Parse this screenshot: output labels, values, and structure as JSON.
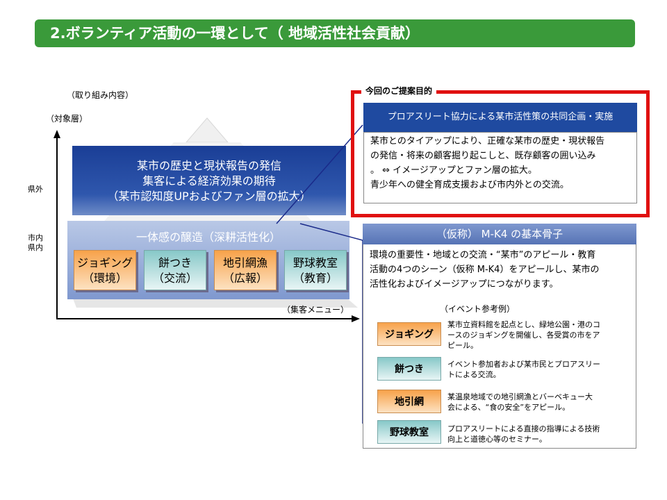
{
  "title": "2.ボランティア活動の一環として（ 地域活性社会貢献）",
  "left_diagram": {
    "content_label": "（取り組み内容）",
    "target_label": "（対象層）",
    "axis_outside": "県外",
    "axis_inside_1": "市内",
    "axis_inside_2": "県内",
    "top_box": {
      "line1": "某市の歴史と現状報告の発信",
      "line2": "集客による経済効果の期待",
      "line3": "（某市認知度UPおよびファン層の拡大）"
    },
    "middle_box_title": "一体感の醸造（深耕活性化）",
    "menu": [
      {
        "line1": "ジョギング",
        "line2": "（環境）",
        "style": "orange"
      },
      {
        "line1": "餅つき",
        "line2": "（交流）",
        "style": "teal"
      },
      {
        "line1": "地引網漁",
        "line2": "（広報）",
        "style": "orange"
      },
      {
        "line1": "野球教室",
        "line2": "（教育）",
        "style": "teal"
      }
    ],
    "menu_caption": "（集客メニュー）"
  },
  "proposal": {
    "heading": "今回のご提案目的",
    "bar": "プロアスリート協力による某市活性策の共同企画・実施",
    "lines": [
      "某市とのタイアップにより、正確な某市の歴史・現状報告",
      "の発信・将来の顧客掘り起こしと、既存顧客の囲い込み",
      "。 ⇔  イメージアップとファン層の拡大。",
      "青少年への健全育成支援および市内外との交流。"
    ]
  },
  "framework": {
    "bar": "（仮称） M-K4 の基本骨子",
    "lines": [
      "環境の重要性・地域との交流・“某市”のアピール・教育",
      "活動の4つのシーン（仮称  M-K4）をアピールし、某市の",
      "活性化およびイメージアップにつながります。"
    ],
    "events_heading": "（イベント参考例）",
    "events": [
      {
        "label": "ジョギング",
        "style": "orange",
        "desc1": "某市立資料館を起点とし、緑地公園・港のコ",
        "desc2": "ースのジョギングを開催し、各受賞の市をア",
        "desc3": "ピール。"
      },
      {
        "label": "餅つき",
        "style": "teal",
        "desc1": "イベント参加者および某市民とプロアスリー",
        "desc2": "トによる交流。",
        "desc3": ""
      },
      {
        "label": "地引網",
        "style": "orange",
        "desc1": "某温泉地域での地引網漁とバーベキュー大",
        "desc2": "会による、“食の安全”をアピール。",
        "desc3": ""
      },
      {
        "label": "野球教室",
        "style": "teal",
        "desc1": "プロアスリートによる直接の指導による技術",
        "desc2": "向上と道徳心等のセミナー。",
        "desc3": ""
      }
    ]
  },
  "colors": {
    "title_green": "#3a9a3a",
    "navy": "#1f4aa0",
    "red_frame": "#e01010"
  }
}
